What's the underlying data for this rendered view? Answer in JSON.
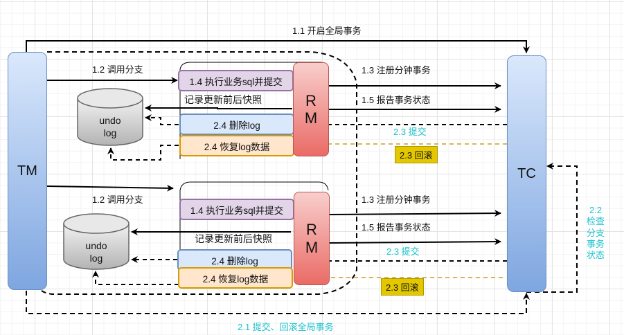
{
  "actors": {
    "tm": "TM",
    "tc": "TC",
    "rm_letters": [
      "R",
      "M"
    ]
  },
  "top_flow": {
    "start_global": "1.1 开启全局事务"
  },
  "branches": [
    {
      "call_branch": "1.2 调用分支",
      "exec_sql": "1.4 执行业务sql并提交",
      "record_snapshot": "记录更新前后快照",
      "delete_log": "2.4 删除log",
      "restore_log": "2.4 恢复log数据",
      "register_branch": "1.3 注册分钟事务",
      "report_status": "1.5 报告事务状态",
      "commit": "2.3 提交",
      "rollback": "2.3 回滚",
      "undo_log": [
        "undo",
        "log"
      ]
    },
    {
      "call_branch": "1.2 调用分支",
      "exec_sql": "1.4 执行业务sql并提交",
      "record_snapshot": "记录更新前后快照",
      "delete_log": "2.4 删除log",
      "restore_log": "2.4 恢复log数据",
      "register_branch": "1.3 注册分钟事务",
      "report_status": "1.5 报告事务状态",
      "commit": "2.3 提交",
      "rollback": "2.3 回滚",
      "undo_log": [
        "undo",
        "log"
      ]
    }
  ],
  "check_status": [
    "2.2",
    "检查",
    "分支",
    "事务",
    "状态"
  ],
  "global_commit_rollback": "2.1 提交、回滚全局事务",
  "colors": {
    "cyan_label": "#1fc3cd",
    "rollback_badge": "#e3c800",
    "rollback_arrow": "#d6b656",
    "rm_fill": "#ea6b66",
    "actor_fill": "#7ea6e0"
  }
}
